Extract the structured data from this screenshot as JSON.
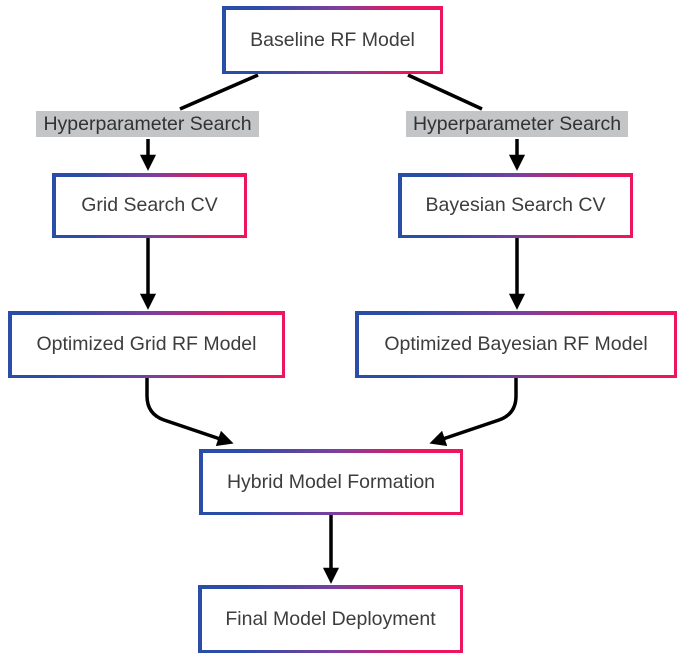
{
  "nodes": {
    "baseline": "Baseline RF Model",
    "hyper_left": "Hyperparameter Search",
    "hyper_right": "Hyperparameter Search",
    "grid_search": "Grid Search CV",
    "bayesian_search": "Bayesian Search CV",
    "optimized_grid": "Optimized Grid RF Model",
    "optimized_bayesian": "Optimized Bayesian RF Model",
    "hybrid": "Hybrid Model Formation",
    "final": "Final Model Deployment"
  },
  "edges": [
    {
      "from": "Baseline RF Model",
      "to": "Hyperparameter Search (left)",
      "arrowhead": false
    },
    {
      "from": "Baseline RF Model",
      "to": "Hyperparameter Search (right)",
      "arrowhead": false
    },
    {
      "from": "Hyperparameter Search (left)",
      "to": "Grid Search CV",
      "arrowhead": true
    },
    {
      "from": "Hyperparameter Search (right)",
      "to": "Bayesian Search CV",
      "arrowhead": true
    },
    {
      "from": "Grid Search CV",
      "to": "Optimized Grid RF Model",
      "arrowhead": true
    },
    {
      "from": "Bayesian Search CV",
      "to": "Optimized Bayesian RF Model",
      "arrowhead": true
    },
    {
      "from": "Optimized Grid RF Model",
      "to": "Hybrid Model Formation",
      "arrowhead": true
    },
    {
      "from": "Optimized Bayesian RF Model",
      "to": "Hybrid Model Formation",
      "arrowhead": true
    },
    {
      "from": "Hybrid Model Formation",
      "to": "Final Model Deployment",
      "arrowhead": true
    }
  ],
  "colors": {
    "gradient_left_blue": "#2a4da8",
    "gradient_mid_purple": "#7c3f9e",
    "gradient_right_pink": "#ec155e",
    "label_background": "#c3c5c7",
    "node_fill": "#ffffff",
    "text": "#3d3d3d",
    "arrow": "#000000",
    "background": "#ffffff"
  }
}
